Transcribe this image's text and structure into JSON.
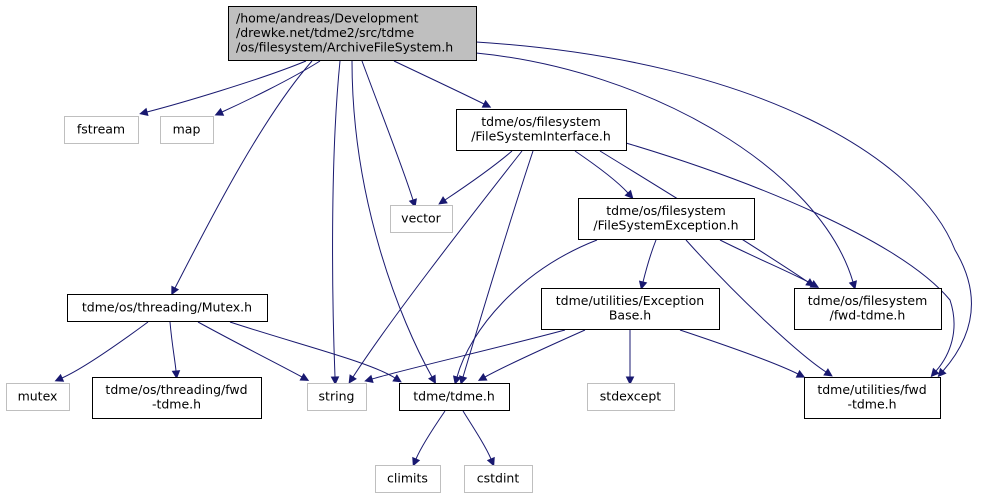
{
  "colors": {
    "edge": "#191970",
    "root_fill": "#bfbfbf",
    "node_border": "#000000",
    "system_border": "#bfbfbf",
    "text": "#000000",
    "system_text": "#404040"
  },
  "nodes": {
    "root": [
      "/home/andreas/Development",
      "/drewke.net/tdme2/src/tdme",
      "/os/filesystem/ArchiveFileSystem.h"
    ],
    "fstream": [
      "fstream"
    ],
    "map": [
      "map"
    ],
    "fsinterface": [
      "tdme/os/filesystem",
      "/FileSystemInterface.h"
    ],
    "vector": [
      "vector"
    ],
    "fsexception": [
      "tdme/os/filesystem",
      "/FileSystemException.h"
    ],
    "mutex_h": [
      "tdme/os/threading/Mutex.h"
    ],
    "exbase": [
      "tdme/utilities/Exception",
      "Base.h"
    ],
    "fs_fwd": [
      "tdme/os/filesystem",
      "/fwd-tdme.h"
    ],
    "mutex": [
      "mutex"
    ],
    "thr_fwd": [
      "tdme/os/threading/fwd",
      "-tdme.h"
    ],
    "string": [
      "string"
    ],
    "tdme_h": [
      "tdme/tdme.h"
    ],
    "stdexcept": [
      "stdexcept"
    ],
    "util_fwd": [
      "tdme/utilities/fwd",
      "-tdme.h"
    ],
    "climits": [
      "climits"
    ],
    "cstdint": [
      "cstdint"
    ]
  }
}
